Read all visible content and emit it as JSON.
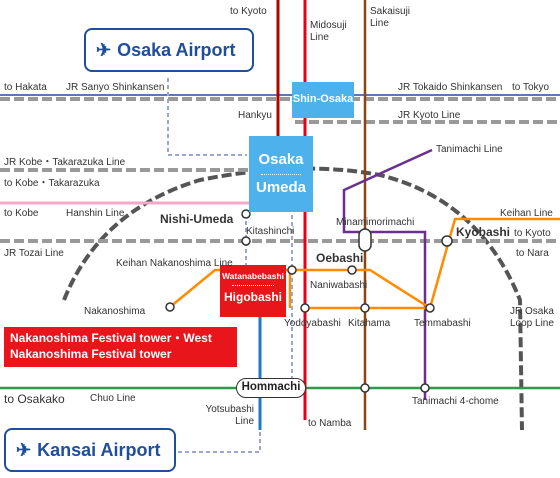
{
  "colors": {
    "jr": "#999999",
    "hankyu": "#b00000",
    "midosuji": "#e3001b",
    "sakaisuji": "#8b4513",
    "tanimachi": "#6a2f8f",
    "keihan": "#ff8c00",
    "hanshin": "#f4a8c8",
    "chuo": "#2e9a4a",
    "yotsubashi": "#1f78c8",
    "walk": "#9aa6d6",
    "loop": "#555555",
    "airport": "#1f4e9c",
    "hub": "#4db2ec",
    "highlight": "#e8161b"
  },
  "airports": {
    "osaka": {
      "label": "Osaka Airport",
      "icon": "airplane-icon"
    },
    "kansai": {
      "label": "Kansai Airport",
      "icon": "airplane-icon"
    }
  },
  "hubs": {
    "shin_osaka": "Shin-Osaka",
    "osaka_line1": "Osaka",
    "osaka_line2": "Umeda"
  },
  "highlight": {
    "station_top": "Watanabebashi",
    "station_bottom": "Higobashi",
    "venue_line1": "Nakanoshima Festival tower・West",
    "venue_line2": "Nakanoshima Festival tower"
  },
  "stations": {
    "nishi_umeda": "Nishi-Umeda",
    "kitashinchi": "Kitashinchi",
    "minamimorimachi": "Minamimorimachi",
    "kyobashi": "Kyobashi",
    "oebashi": "Oebashi",
    "naniwabashi": "Naniwabashi",
    "nakanoshima": "Nakanoshima",
    "yodoyabashi": "Yodoyabashi",
    "kitahama": "Kitahama",
    "temmabashi": "Temmabashi",
    "hommachi": "Hommachi",
    "tanimachi_4": "Tanimachi 4-chome"
  },
  "lines": {
    "jr_sanyo": "JR Sanyo Shinkansen",
    "jr_tokaido": "JR Tokaido Shinkansen",
    "jr_kyoto": "JR Kyoto Line",
    "jr_kobe": "JR Kobe・Takarazuka Line",
    "hanshin": "Hanshin Line",
    "jr_tozai": "JR Tozai Line",
    "keihan_nakanoshima": "Keihan Nakanoshima Line",
    "keihan": "Keihan Line",
    "tanimachi": "Tanimachi Line",
    "jr_loop": "JR Osaka Loop Line",
    "chuo": "Chuo Line",
    "yotsubashi": "Yotsubashi Line",
    "midosuji": "Midosuji Line",
    "sakaisuji": "Sakaisuji Line",
    "hankyu": "Hankyu"
  },
  "directions": {
    "to_kyoto_top": "to Kyoto",
    "to_hakata": "to Hakata",
    "to_tokyo": "to Tokyo",
    "to_kobe_takarazuka": "to Kobe・Takarazuka",
    "to_kobe": "to Kobe",
    "to_kyoto_right": "to Kyoto",
    "to_nara": "to Nara",
    "to_osakako": "to Osakako",
    "to_namba": "to Namba"
  }
}
